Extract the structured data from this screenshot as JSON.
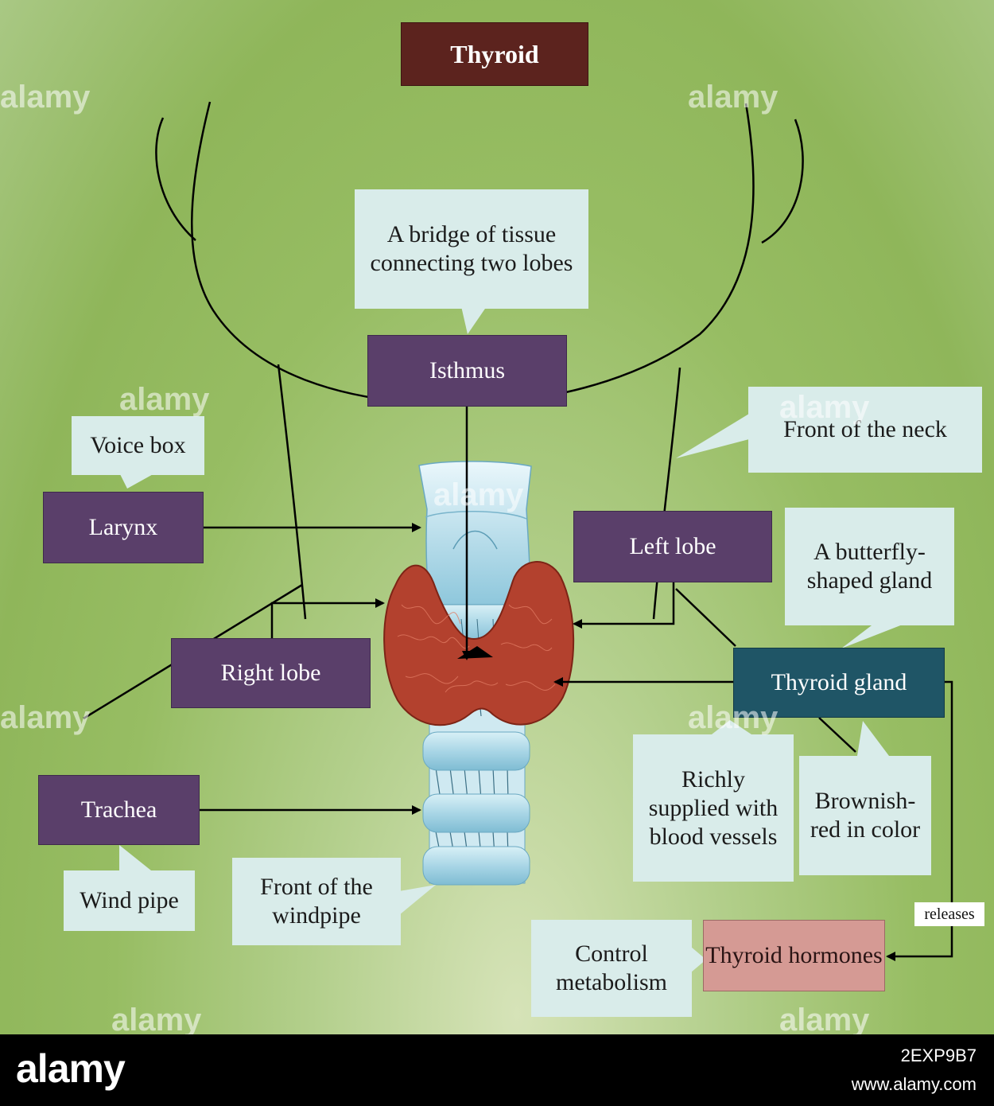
{
  "title": "Thyroid",
  "labels": {
    "isthmus": "Isthmus",
    "larynx": "Larynx",
    "left_lobe": "Left lobe",
    "right_lobe": "Right lobe",
    "thyroid_gland": "Thyroid gland",
    "trachea": "Trachea",
    "thyroid_hormones": "Thyroid hormones"
  },
  "callouts": {
    "isthmus_desc": "A bridge of tissue connecting two lobes",
    "voice_box": "Voice box",
    "front_of_neck": "Front of the neck",
    "butterfly": "A butterfly-shaped gland",
    "blood_vessels": "Richly supplied with blood vessels",
    "brownish": "Brownish-red in color",
    "wind_pipe": "Wind pipe",
    "front_windpipe": "Front of the windpipe",
    "control_metabolism": "Control metabolism"
  },
  "connector_label": "releases",
  "colors": {
    "label_box": "#5a3f6a",
    "gland_box": "#1f5566",
    "hormone_box": "#d59a94",
    "title_box": "#5c231e",
    "callout": "#d9ecea",
    "thyroid_tissue": "#b3412e",
    "trachea": "#a9d6e6"
  },
  "footer": {
    "logo": "alamy",
    "image_id": "2EXP9B7",
    "site": "www.alamy.com"
  },
  "watermark": "alamy"
}
